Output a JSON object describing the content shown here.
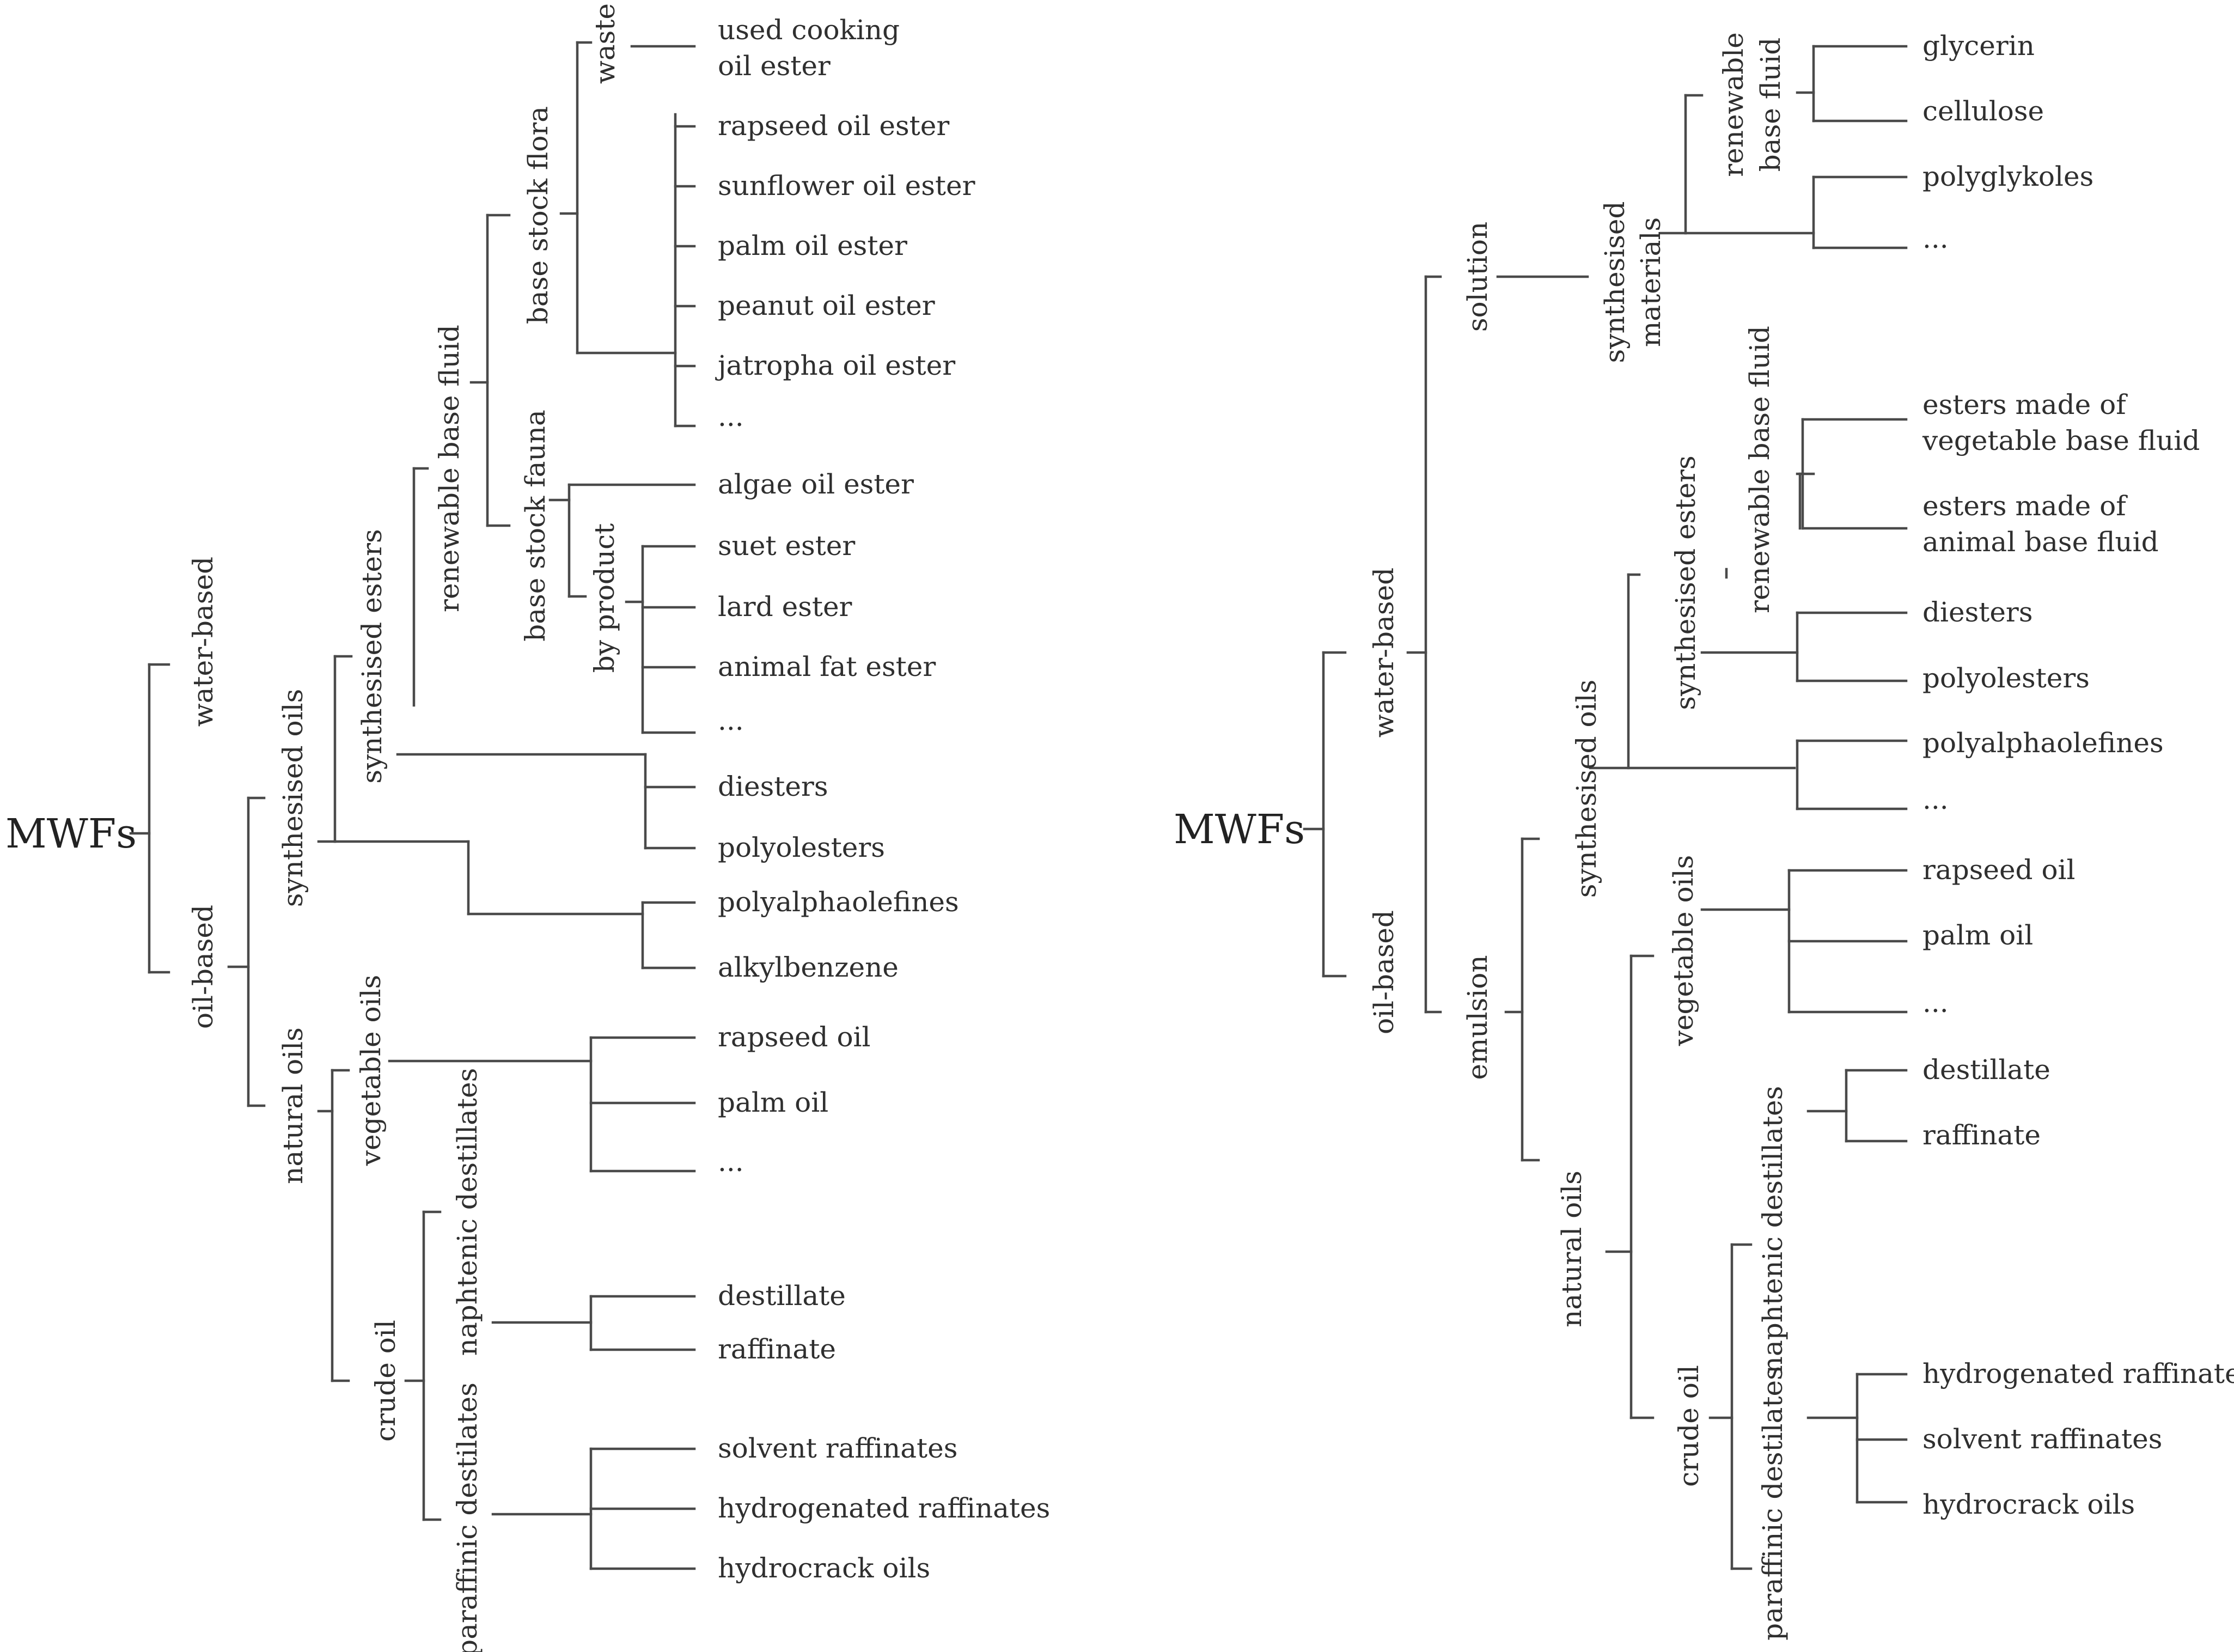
{
  "diagram": {
    "left": {
      "root": "MWFs",
      "water_based": "water-based",
      "oil_based": "oil-based",
      "synthesised_oils": "synthesised oils",
      "natural_oils": "natural oils",
      "synthesised_esters": "synthesised esters",
      "renewable_base_fluid": "renewable base fluid",
      "base_stock_flora": "base stock flora",
      "waste": "waste",
      "used_cooking_1": "used cooking",
      "used_cooking_2": "oil ester",
      "rapeseed_oil_ester": "rapseed oil ester",
      "sunflower_oil_ester": "sunflower oil ester",
      "palm_oil_ester": "palm oil ester",
      "peanut_oil_ester": "peanut oil ester",
      "jatropha_oil_ester": "jatropha oil ester",
      "flora_more": "...",
      "base_stock_fauna": "base stock fauna",
      "algae_oil_ester": "algae oil ester",
      "by_product": "by product",
      "suet_ester": "suet ester",
      "lard_ester": "lard ester",
      "animal_fat_ester": "animal fat ester",
      "fauna_more": "...",
      "diesters": "diesters",
      "polyolesters": "polyolesters",
      "polyalphaolefines": "polyalphaolefines",
      "alkylbenzene": "alkylbenzene",
      "vegetable_oils": "vegetable oils",
      "veg_rapeseed": "rapseed oil",
      "veg_palm": "palm oil",
      "veg_more": "...",
      "crude_oil": "crude oil",
      "naphtenic": "naphtenic destillates",
      "destillate": "destillate",
      "raffinate": "raffinate",
      "paraffinic": "paraffinic destilates",
      "solvent_raffinates": "solvent raffinates",
      "hydrogenated_raffinates": "hydrogenated raffinates",
      "hydrocrack_oils": "hydrocrack oils"
    },
    "right": {
      "root": "MWFs",
      "water_based": "water-based",
      "oil_based": "oil-based",
      "solution": "solution",
      "emulsion": "emulsion",
      "synth_materials_1": "synthesised",
      "synth_materials_2": "materials",
      "renewable_1": "renewable",
      "renewable_2": "base fluid",
      "glycerin": "glycerin",
      "cellulose": "cellulose",
      "polyglykoles": "polyglykoles",
      "materials_more": "...",
      "synthesised_oils": "synthesised oils",
      "synthesised_esters": "synthesised esters",
      "renewable_base_fluid": "renewable base fluid",
      "esters_veg_1": "esters made of",
      "esters_veg_2": "vegetable base fluid",
      "esters_animal_1": "esters made of",
      "esters_animal_2": "animal base fluid",
      "diesters": "diesters",
      "polyolesters": "polyolesters",
      "polyalphaolefines": "polyalphaolefines",
      "synth_more": "...",
      "natural_oils": "natural oils",
      "vegetable_oils": "vegetable oils",
      "veg_rapeseed": "rapseed oil",
      "veg_palm": "palm oil",
      "veg_more": "...",
      "crude_oil": "crude oil",
      "naphtenic": "naphtenic destillates",
      "destillate": "destillate",
      "raffinate": "raffinate",
      "paraffinic": "paraffinic destilates",
      "hydrogenated_raffinates": "hydrogenated raffinates",
      "solvent_raffinates": "solvent raffinates",
      "hydrocrack_oils": "hydrocrack oils"
    }
  }
}
